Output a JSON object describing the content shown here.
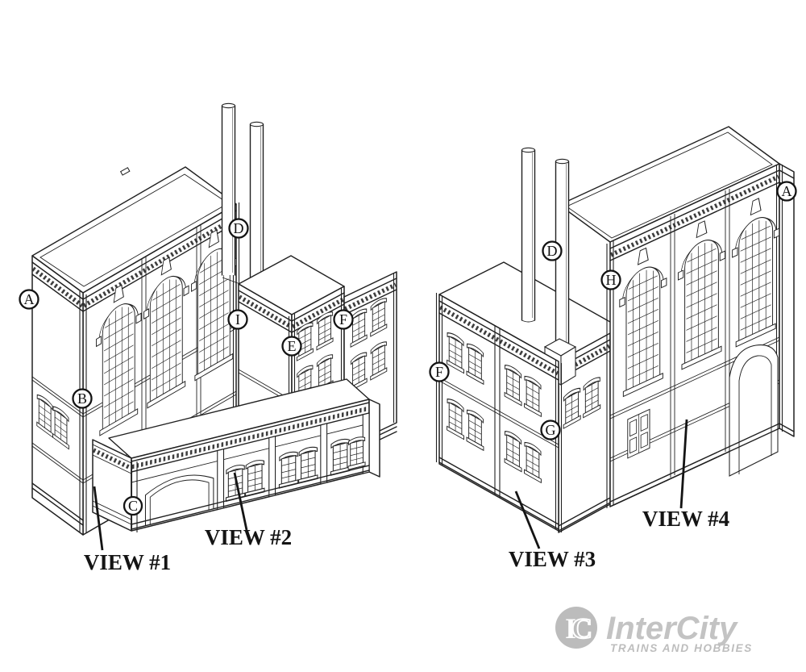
{
  "figure": {
    "view_labels": [
      {
        "label": "VIEW #1"
      },
      {
        "label": "VIEW #2"
      },
      {
        "label": "VIEW #3"
      },
      {
        "label": "VIEW #4"
      }
    ],
    "callouts_left_building": [
      "A",
      "B",
      "C",
      "D",
      "I",
      "E",
      "F"
    ],
    "callouts_right_building": [
      "F",
      "G",
      "D",
      "H",
      "A"
    ],
    "logo": {
      "monogram_i": "I",
      "monogram_c": "C",
      "name": "InterCity",
      "tagline": "TRAINS AND HOBBIES"
    },
    "colors": {
      "line": "#202020",
      "logo_gray": "#c3c3c3"
    }
  }
}
